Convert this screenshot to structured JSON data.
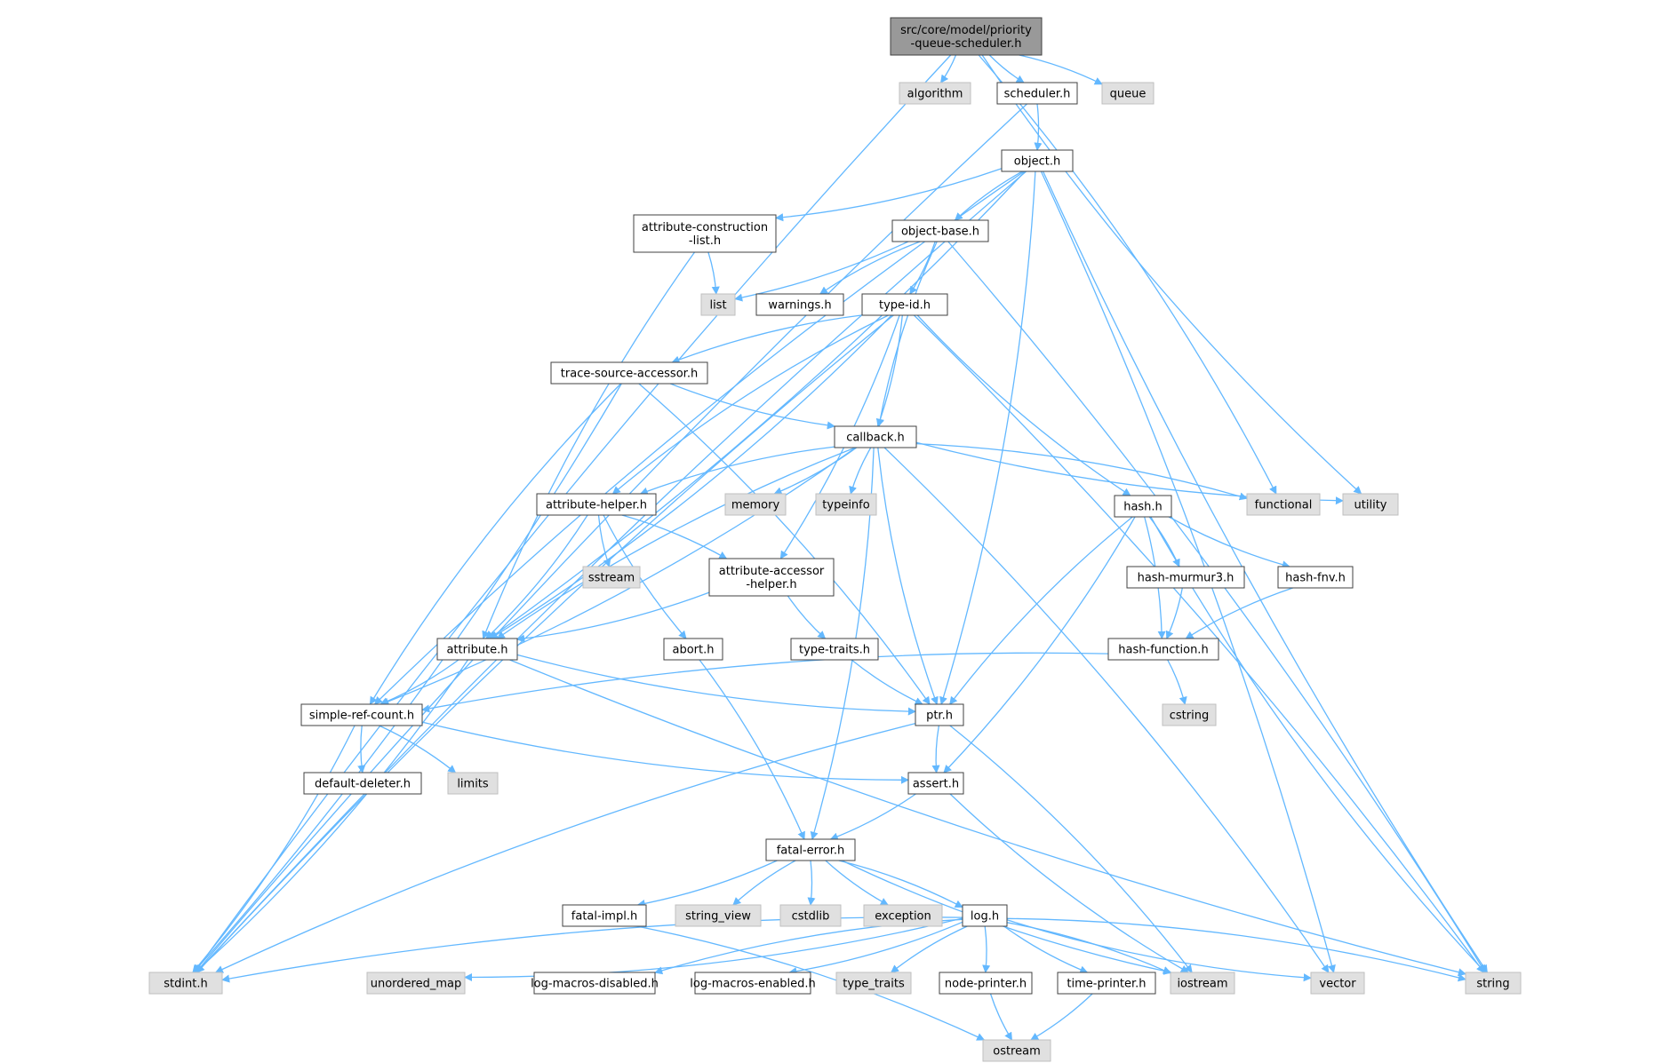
{
  "colors": {
    "edge": "#63b8ff",
    "node_border": "#404040",
    "node_fill": "#ffffff",
    "root_fill": "#999999",
    "system_fill": "#e0e0e0",
    "system_border": "#bfbfbf"
  },
  "nodes": [
    {
      "id": "root",
      "label": [
        "src/core/model/priority",
        "-queue-scheduler.h"
      ],
      "kind": "root"
    },
    {
      "id": "algorithm",
      "label": [
        "algorithm"
      ],
      "kind": "system"
    },
    {
      "id": "scheduler",
      "label": [
        "scheduler.h"
      ],
      "kind": "file"
    },
    {
      "id": "queue",
      "label": [
        "queue"
      ],
      "kind": "system"
    },
    {
      "id": "object",
      "label": [
        "object.h"
      ],
      "kind": "file"
    },
    {
      "id": "acl",
      "label": [
        "attribute-construction",
        "-list.h"
      ],
      "kind": "file"
    },
    {
      "id": "objbase",
      "label": [
        "object-base.h"
      ],
      "kind": "file"
    },
    {
      "id": "list",
      "label": [
        "list"
      ],
      "kind": "system"
    },
    {
      "id": "warnings",
      "label": [
        "warnings.h"
      ],
      "kind": "file"
    },
    {
      "id": "typeid",
      "label": [
        "type-id.h"
      ],
      "kind": "file"
    },
    {
      "id": "tsa",
      "label": [
        "trace-source-accessor.h"
      ],
      "kind": "file"
    },
    {
      "id": "callback",
      "label": [
        "callback.h"
      ],
      "kind": "file"
    },
    {
      "id": "attrhelper",
      "label": [
        "attribute-helper.h"
      ],
      "kind": "file"
    },
    {
      "id": "memory",
      "label": [
        "memory"
      ],
      "kind": "system"
    },
    {
      "id": "typeinfo",
      "label": [
        "typeinfo"
      ],
      "kind": "system"
    },
    {
      "id": "hash",
      "label": [
        "hash.h"
      ],
      "kind": "file"
    },
    {
      "id": "functional",
      "label": [
        "functional"
      ],
      "kind": "system"
    },
    {
      "id": "utility",
      "label": [
        "utility"
      ],
      "kind": "system"
    },
    {
      "id": "sstream",
      "label": [
        "sstream"
      ],
      "kind": "system"
    },
    {
      "id": "aah",
      "label": [
        "attribute-accessor",
        "-helper.h"
      ],
      "kind": "file"
    },
    {
      "id": "murmur",
      "label": [
        "hash-murmur3.h"
      ],
      "kind": "file"
    },
    {
      "id": "fnv",
      "label": [
        "hash-fnv.h"
      ],
      "kind": "file"
    },
    {
      "id": "attribute",
      "label": [
        "attribute.h"
      ],
      "kind": "file"
    },
    {
      "id": "abort",
      "label": [
        "abort.h"
      ],
      "kind": "file"
    },
    {
      "id": "typetraitsh",
      "label": [
        "type-traits.h"
      ],
      "kind": "file"
    },
    {
      "id": "hashfn",
      "label": [
        "hash-function.h"
      ],
      "kind": "file"
    },
    {
      "id": "cstring",
      "label": [
        "cstring"
      ],
      "kind": "system"
    },
    {
      "id": "src",
      "label": [
        "simple-ref-count.h"
      ],
      "kind": "file"
    },
    {
      "id": "ptr",
      "label": [
        "ptr.h"
      ],
      "kind": "file"
    },
    {
      "id": "dd",
      "label": [
        "default-deleter.h"
      ],
      "kind": "file"
    },
    {
      "id": "limits",
      "label": [
        "limits"
      ],
      "kind": "system"
    },
    {
      "id": "assert",
      "label": [
        "assert.h"
      ],
      "kind": "file"
    },
    {
      "id": "fatal",
      "label": [
        "fatal-error.h"
      ],
      "kind": "file"
    },
    {
      "id": "fatalimpl",
      "label": [
        "fatal-impl.h"
      ],
      "kind": "file"
    },
    {
      "id": "string_view",
      "label": [
        "string_view"
      ],
      "kind": "system"
    },
    {
      "id": "cstdlib",
      "label": [
        "cstdlib"
      ],
      "kind": "system"
    },
    {
      "id": "exception",
      "label": [
        "exception"
      ],
      "kind": "system"
    },
    {
      "id": "log",
      "label": [
        "log.h"
      ],
      "kind": "file"
    },
    {
      "id": "stdint",
      "label": [
        "stdint.h"
      ],
      "kind": "system"
    },
    {
      "id": "unordered_map",
      "label": [
        "unordered_map"
      ],
      "kind": "system"
    },
    {
      "id": "lmd",
      "label": [
        "log-macros-disabled.h"
      ],
      "kind": "file"
    },
    {
      "id": "lme",
      "label": [
        "log-macros-enabled.h"
      ],
      "kind": "file"
    },
    {
      "id": "type_traits",
      "label": [
        "type_traits"
      ],
      "kind": "system"
    },
    {
      "id": "np",
      "label": [
        "node-printer.h"
      ],
      "kind": "file"
    },
    {
      "id": "tp",
      "label": [
        "time-printer.h"
      ],
      "kind": "file"
    },
    {
      "id": "iostream",
      "label": [
        "iostream"
      ],
      "kind": "system"
    },
    {
      "id": "vector",
      "label": [
        "vector"
      ],
      "kind": "system"
    },
    {
      "id": "string",
      "label": [
        "string"
      ],
      "kind": "system"
    },
    {
      "id": "ostream",
      "label": [
        "ostream"
      ],
      "kind": "system"
    }
  ],
  "edges": [
    [
      "root",
      "algorithm"
    ],
    [
      "root",
      "scheduler"
    ],
    [
      "root",
      "queue"
    ],
    [
      "root",
      "stdint"
    ],
    [
      "root",
      "functional"
    ],
    [
      "root",
      "utility"
    ],
    [
      "scheduler",
      "object"
    ],
    [
      "scheduler",
      "stdint"
    ],
    [
      "object",
      "acl"
    ],
    [
      "object",
      "objbase"
    ],
    [
      "object",
      "attribute"
    ],
    [
      "object",
      "src"
    ],
    [
      "object",
      "ptr"
    ],
    [
      "object",
      "stdint"
    ],
    [
      "object",
      "vector"
    ],
    [
      "object",
      "string"
    ],
    [
      "acl",
      "list"
    ],
    [
      "acl",
      "attribute"
    ],
    [
      "objbase",
      "list"
    ],
    [
      "objbase",
      "warnings"
    ],
    [
      "objbase",
      "typeid"
    ],
    [
      "objbase",
      "callback"
    ],
    [
      "objbase",
      "string"
    ],
    [
      "typeid",
      "tsa"
    ],
    [
      "typeid",
      "callback"
    ],
    [
      "typeid",
      "attrhelper"
    ],
    [
      "typeid",
      "aah"
    ],
    [
      "typeid",
      "hash"
    ],
    [
      "typeid",
      "attribute"
    ],
    [
      "typeid",
      "stdint"
    ],
    [
      "typeid",
      "string"
    ],
    [
      "tsa",
      "callback"
    ],
    [
      "tsa",
      "ptr"
    ],
    [
      "tsa",
      "src"
    ],
    [
      "tsa",
      "stdint"
    ],
    [
      "callback",
      "attrhelper"
    ],
    [
      "callback",
      "memory"
    ],
    [
      "callback",
      "typeinfo"
    ],
    [
      "callback",
      "functional"
    ],
    [
      "callback",
      "utility"
    ],
    [
      "callback",
      "vector"
    ],
    [
      "callback",
      "attribute"
    ],
    [
      "callback",
      "src"
    ],
    [
      "callback",
      "ptr"
    ],
    [
      "callback",
      "fatal"
    ],
    [
      "attrhelper",
      "sstream"
    ],
    [
      "attrhelper",
      "aah"
    ],
    [
      "attrhelper",
      "abort"
    ],
    [
      "attrhelper",
      "attribute"
    ],
    [
      "aah",
      "typetraitsh"
    ],
    [
      "aah",
      "attribute"
    ],
    [
      "typetraitsh",
      "ptr"
    ],
    [
      "hash",
      "murmur"
    ],
    [
      "hash",
      "fnv"
    ],
    [
      "hash",
      "hashfn"
    ],
    [
      "hash",
      "ptr"
    ],
    [
      "hash",
      "assert"
    ],
    [
      "hash",
      "string"
    ],
    [
      "murmur",
      "hashfn"
    ],
    [
      "fnv",
      "hashfn"
    ],
    [
      "hashfn",
      "cstring"
    ],
    [
      "hashfn",
      "src"
    ],
    [
      "attribute",
      "src"
    ],
    [
      "attribute",
      "ptr"
    ],
    [
      "attribute",
      "stdint"
    ],
    [
      "attribute",
      "string"
    ],
    [
      "abort",
      "fatal"
    ],
    [
      "src",
      "dd"
    ],
    [
      "src",
      "limits"
    ],
    [
      "src",
      "assert"
    ],
    [
      "src",
      "stdint"
    ],
    [
      "ptr",
      "assert"
    ],
    [
      "ptr",
      "iostream"
    ],
    [
      "ptr",
      "stdint"
    ],
    [
      "assert",
      "fatal"
    ],
    [
      "assert",
      "iostream"
    ],
    [
      "fatal",
      "fatalimpl"
    ],
    [
      "fatal",
      "string_view"
    ],
    [
      "fatal",
      "cstdlib"
    ],
    [
      "fatal",
      "exception"
    ],
    [
      "fatal",
      "log"
    ],
    [
      "fatal",
      "iostream"
    ],
    [
      "fatalimpl",
      "ostream"
    ],
    [
      "log",
      "stdint"
    ],
    [
      "log",
      "unordered_map"
    ],
    [
      "log",
      "lmd"
    ],
    [
      "log",
      "lme"
    ],
    [
      "log",
      "type_traits"
    ],
    [
      "log",
      "np"
    ],
    [
      "log",
      "tp"
    ],
    [
      "log",
      "iostream"
    ],
    [
      "log",
      "vector"
    ],
    [
      "log",
      "string"
    ],
    [
      "np",
      "ostream"
    ],
    [
      "tp",
      "ostream"
    ]
  ]
}
